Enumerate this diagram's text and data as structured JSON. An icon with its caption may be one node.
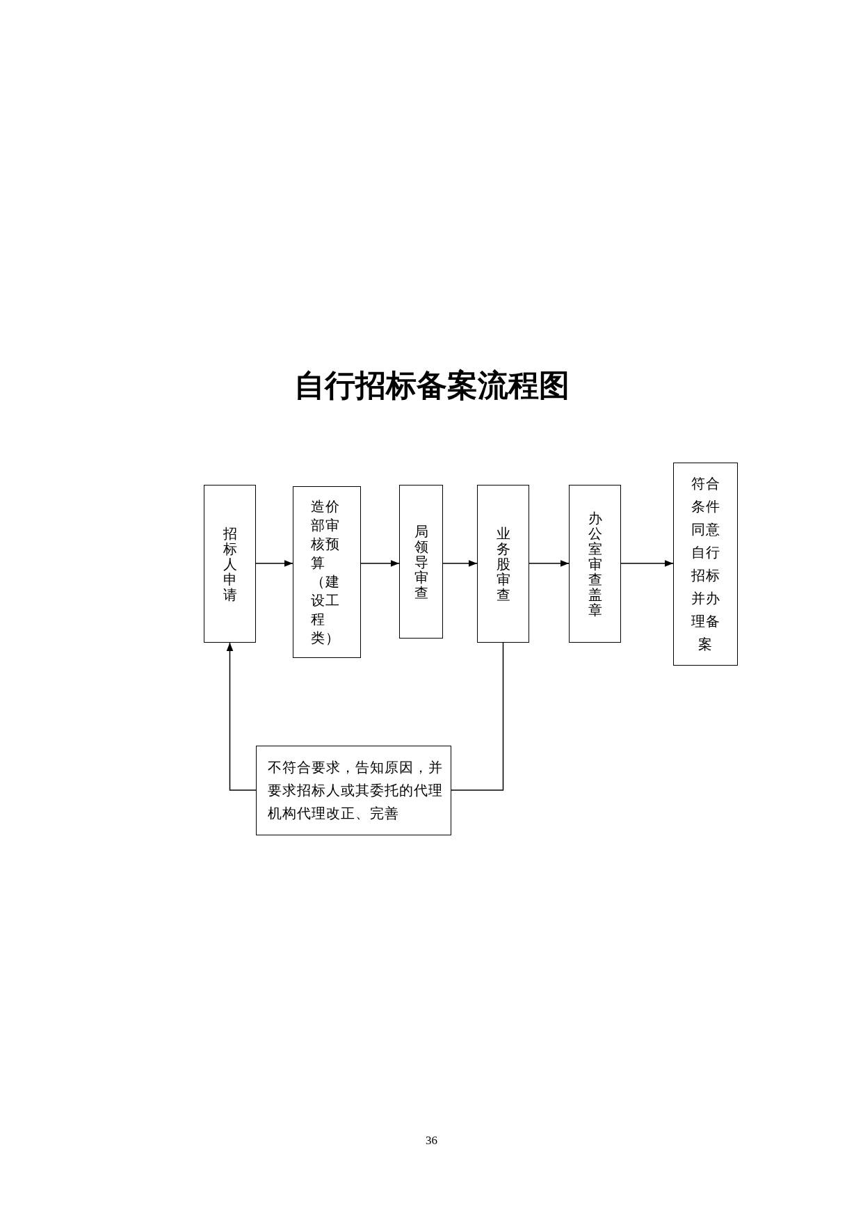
{
  "diagram": {
    "title": "自行招标备案流程图",
    "nodes": [
      {
        "text": [
          "招标人申请"
        ]
      },
      {
        "text": [
          "造价部审核预算（建设工程类）"
        ]
      },
      {
        "text": [
          "局领导审查"
        ]
      },
      {
        "text": [
          "业务股审查"
        ]
      },
      {
        "text": [
          "办公室审查盖章"
        ]
      },
      {
        "text": [
          "符合条件同意自行招标并办理备案"
        ]
      },
      {
        "text": [
          "不符合要求，告知原因，并要求招标人或其委托的代理机构代理改正、完善"
        ]
      }
    ],
    "edges": [
      {
        "from": 0,
        "to": 1,
        "arrow": "to"
      },
      {
        "from": 1,
        "to": 2,
        "arrow": "to"
      },
      {
        "from": 2,
        "to": 3,
        "arrow": "to"
      },
      {
        "from": 3,
        "to": 4,
        "arrow": "to"
      },
      {
        "from": 4,
        "to": 5,
        "arrow": "to"
      },
      {
        "from": 3,
        "to": 6,
        "arrow": "none"
      },
      {
        "from": 6,
        "to": 0,
        "arrow": "to"
      }
    ],
    "labels": [
      "36"
    ]
  }
}
